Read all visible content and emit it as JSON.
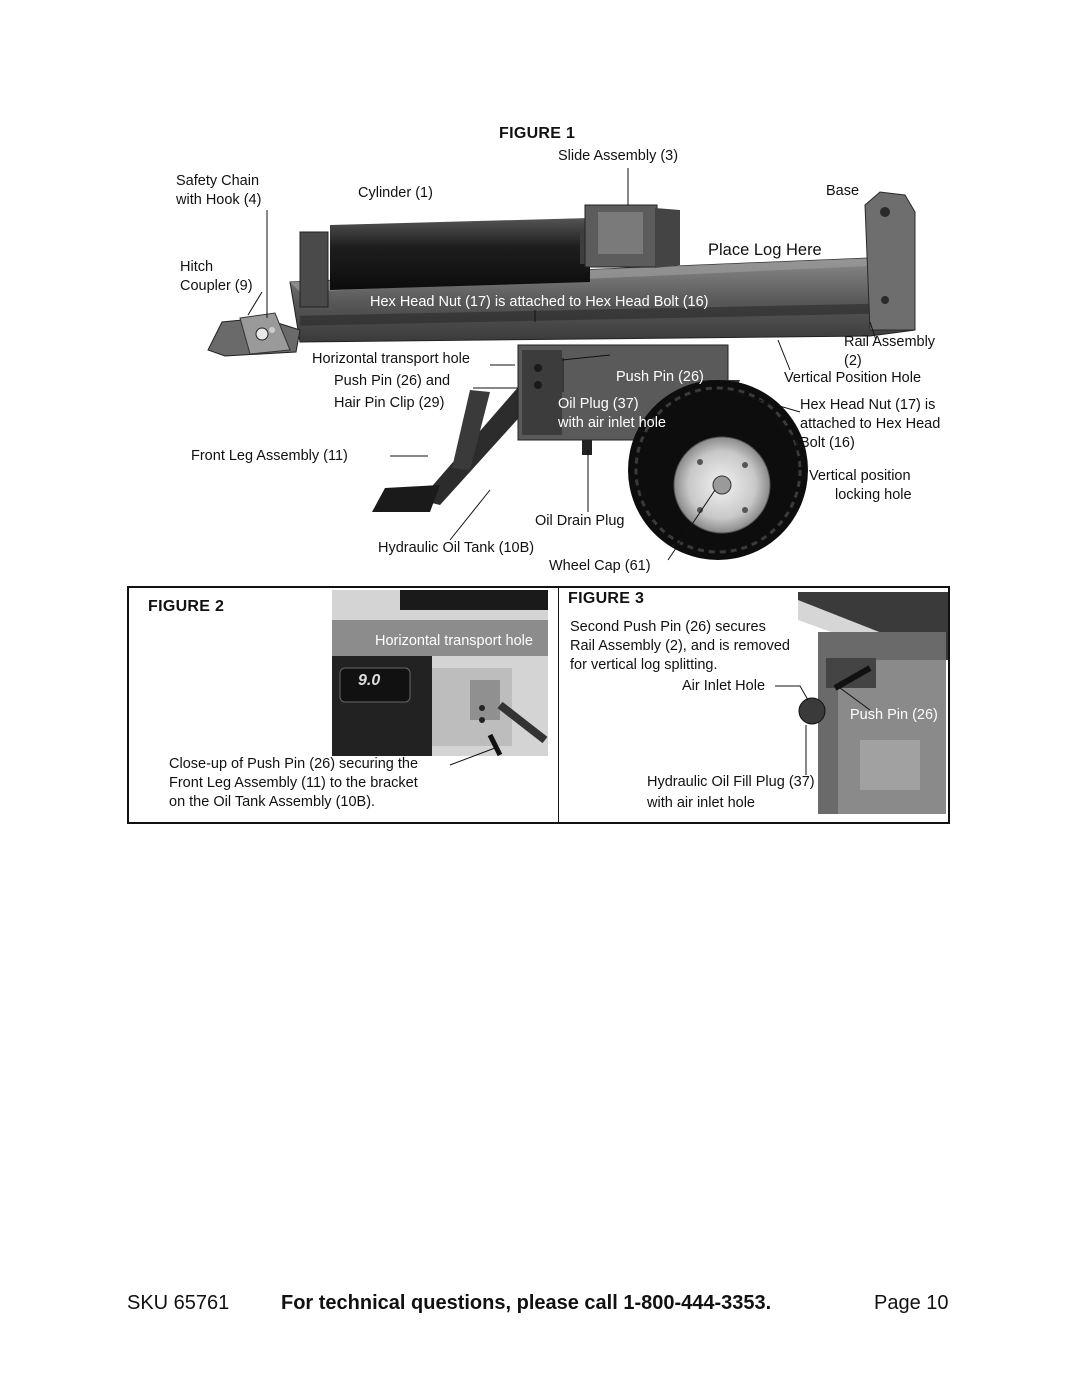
{
  "figure1": {
    "title": "FIGURE 1",
    "labels": {
      "slide_assembly": "Slide Assembly (3)",
      "safety_chain_1": "Safety Chain",
      "safety_chain_2": "with Hook (4)",
      "cylinder": "Cylinder (1)",
      "base": "Base",
      "place_log": "Place Log Here",
      "hitch_1": "Hitch",
      "hitch_2": "Coupler (9)",
      "hex_nut_bolt": "Hex Head Nut (17) is attached to Hex Head Bolt (16)",
      "rail_assembly_1": "Rail Assembly",
      "rail_assembly_2": "(2)",
      "horizontal_hole": "Horizontal transport hole",
      "push_pin_1": "Push Pin (26) and",
      "push_pin_2": "Hair Pin Clip (29)",
      "push_pin_inner": "Push Pin (26)",
      "vertical_position_hole": "Vertical Position Hole",
      "oil_plug_1": "Oil Plug (37)",
      "oil_plug_2": "with air inlet hole",
      "hex_nut_right_1": "Hex Head Nut (17) is",
      "hex_nut_right_2": "attached to Hex Head",
      "hex_nut_right_3": "Bolt (16)",
      "front_leg": "Front Leg Assembly (11)",
      "vertical_locking_1": "Vertical position",
      "vertical_locking_2": "locking hole",
      "oil_drain": "Oil Drain Plug",
      "hydraulic_tank": "Hydraulic Oil Tank (10B)",
      "wheel_cap": "Wheel Cap (61)"
    }
  },
  "figure2": {
    "title": "FIGURE 2",
    "photo_label": "Horizontal transport hole",
    "engine_badge": "9.0",
    "caption_1": "Close-up of Push Pin (26) securing the",
    "caption_2": "Front Leg Assembly (11) to the bracket",
    "caption_3": "on the Oil Tank Assembly (10B)."
  },
  "figure3": {
    "title": "FIGURE 3",
    "text_1": "Second Push Pin (26) secures",
    "text_2": "Rail Assembly (2), and is removed",
    "text_3": "for vertical log splitting.",
    "air_inlet": "Air Inlet Hole",
    "push_pin": "Push Pin (26)",
    "fill_plug_1": "Hydraulic Oil Fill Plug (37)",
    "fill_plug_2": "with air inlet hole"
  },
  "footer": {
    "sku": "SKU 65761",
    "tech": "For technical questions, please call 1-800-444-3353.",
    "page": "Page 10"
  }
}
